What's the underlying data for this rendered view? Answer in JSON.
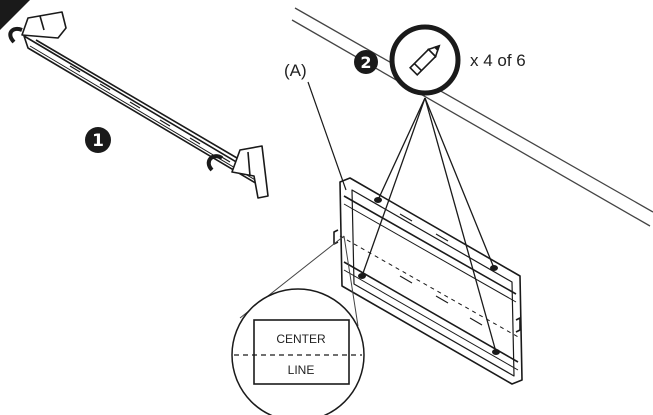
{
  "steps": {
    "step1": "1",
    "step2": "2"
  },
  "callouts": {
    "part_label": "(A)",
    "quantity": "x 4 of 6",
    "center_label": "CENTER",
    "line_label": "LINE"
  },
  "icons": {
    "tool": "pencil-icon"
  },
  "colors": {
    "ink": "#1a1a1a",
    "paper": "#ffffff"
  }
}
